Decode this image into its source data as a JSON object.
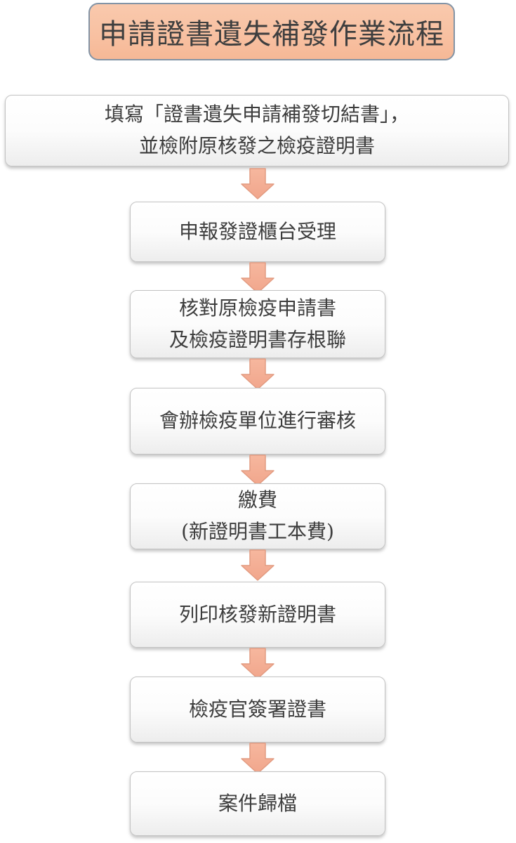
{
  "page": {
    "background_color": "#ffffff"
  },
  "title": {
    "text": "申請證書遺失補發作業流程",
    "fill_color": "#f8c1a2",
    "border_color": "#8394a6",
    "text_color": "#3f3f3f"
  },
  "flow": {
    "box_fill_top": "#ffffff",
    "box_fill_bottom": "#ededed",
    "box_border_color": "#c3c3c3",
    "text_color": "#3d3d3d",
    "steps": [
      {
        "id": 1,
        "lines": [
          "填寫「證書遺失申請補發切結書」，",
          "並檢附原核發之檢疫證明書"
        ]
      },
      {
        "id": 2,
        "lines": [
          "申報發證櫃台受理"
        ]
      },
      {
        "id": 3,
        "lines": [
          "核對原檢疫申請書",
          "及檢疫證明書存根聯"
        ]
      },
      {
        "id": 4,
        "lines": [
          "會辦檢疫單位進行審核"
        ]
      },
      {
        "id": 5,
        "lines": [
          "繳費",
          "(新證明書工本費)"
        ]
      },
      {
        "id": 6,
        "lines": [
          "列印核發新證明書"
        ]
      },
      {
        "id": 7,
        "lines": [
          "檢疫官簽署證書"
        ]
      },
      {
        "id": 8,
        "lines": [
          "案件歸檔"
        ]
      }
    ],
    "connector": {
      "icon": "down-arrow-icon",
      "count": 7,
      "fill_top_color": "#f6b79e",
      "fill_bottom_color": "#f1a68c",
      "border_color": "#e29b81"
    }
  }
}
